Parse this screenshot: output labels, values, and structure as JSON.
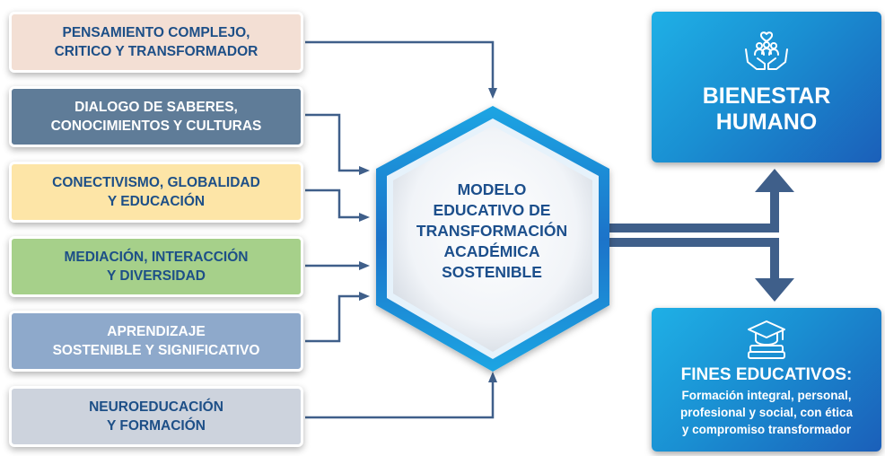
{
  "pillars": [
    {
      "line1": "PENSAMIENTO COMPLEJO,",
      "line2": "CRITICO Y TRANSFORMADOR",
      "bg": "#f3dfd4",
      "color": "#1d4f87"
    },
    {
      "line1": "DIALOGO DE SABERES,",
      "line2": "CONOCIMIENTOS Y CULTURAS",
      "bg": "#5f7c98",
      "color": "#ffffff"
    },
    {
      "line1": "CONECTIVISMO, GLOBALIDAD",
      "line2": "Y EDUCACIÓN",
      "bg": "#fde5a7",
      "color": "#1d4f87"
    },
    {
      "line1": "MEDIACIÓN, INTERACCIÓN",
      "line2": "Y DIVERSIDAD",
      "bg": "#a6d08a",
      "color": "#1d4f87"
    },
    {
      "line1": "APRENDIZAJE",
      "line2": "SOSTENIBLE Y SIGNIFICATIVO",
      "bg": "#8ea9cb",
      "color": "#ffffff"
    },
    {
      "line1": "NEUROEDUCACIÓN",
      "line2": "Y FORMACIÓN",
      "bg": "#cdd3dd",
      "color": "#1d4f87"
    }
  ],
  "center": {
    "lines": [
      "MODELO",
      "EDUCATIVO DE",
      "TRANSFORMACIÓN",
      "ACADÉMICA",
      "SOSTENIBLE"
    ]
  },
  "outcomes": {
    "wellbeing": {
      "line1": "BIENESTAR",
      "line2": "HUMANO",
      "icon": "hands-care-icon"
    },
    "goals": {
      "title": "FINES EDUCATIVOS:",
      "desc": [
        "Formación integral, personal,",
        "profesional y social, con ética",
        "y compromiso transformador"
      ],
      "icon": "graduation-cap-books-icon"
    }
  },
  "colors": {
    "connector": "#3f5f8a",
    "primary_text": "#1c4f8c",
    "hex_ring": "#1a73c9"
  }
}
